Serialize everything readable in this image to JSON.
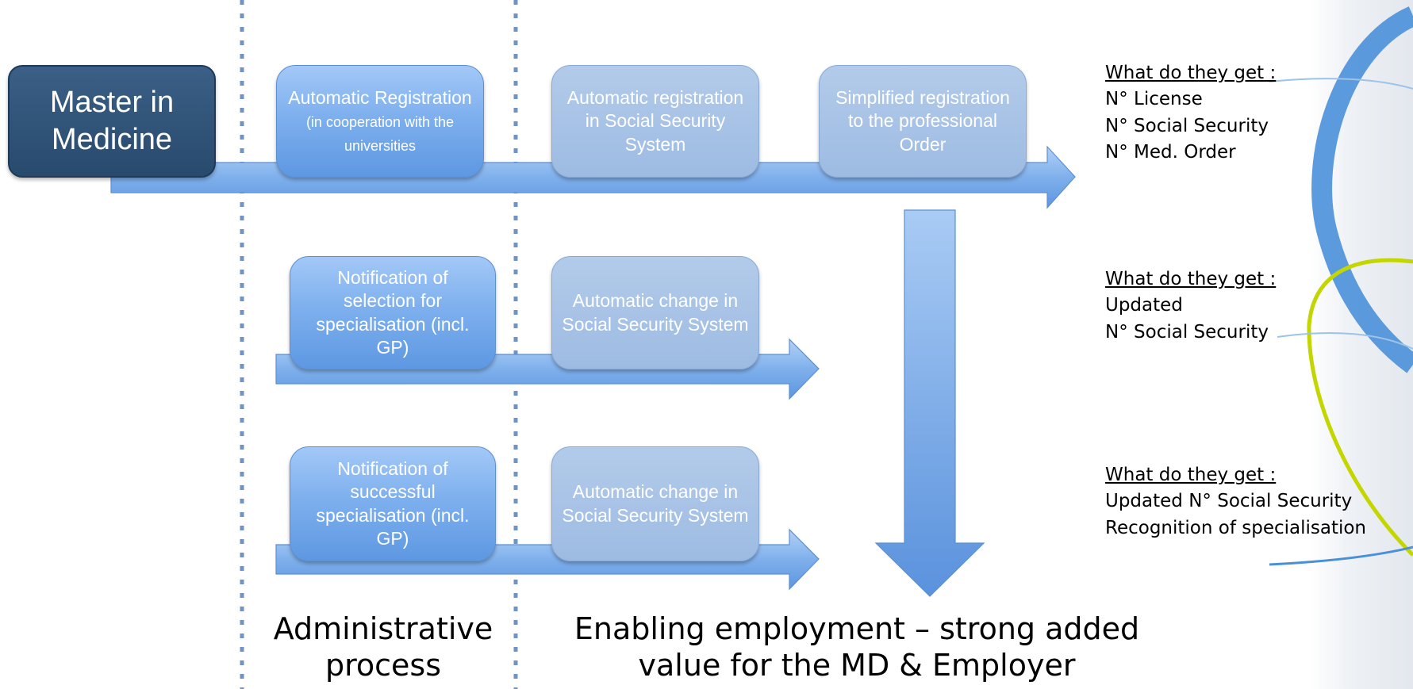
{
  "master": {
    "label": "Master in Medicine"
  },
  "process_boxes": {
    "row1": [
      {
        "label": "Automatic Registration",
        "note": " (in cooperation with the universities"
      },
      {
        "label": "Automatic registration in Social Security System"
      },
      {
        "label": "Simplified registration to the professional Order"
      }
    ],
    "row2": [
      {
        "label": "Notification of selection for specialisation (incl. GP)"
      },
      {
        "label": "Automatic change in Social Security System"
      }
    ],
    "row3": [
      {
        "label": "Notification of successful specialisation (incl. GP)"
      },
      {
        "label": "Automatic change in Social Security System"
      }
    ]
  },
  "outcomes": [
    {
      "title": "What do they get :",
      "lines": [
        "N° License",
        "N° Social Security",
        "N° Med. Order"
      ]
    },
    {
      "title": "What do they get :",
      "lines": [
        "Updated",
        "N° Social Security"
      ]
    },
    {
      "title": "What do they get :",
      "lines": [
        "Updated N° Social Security",
        "Recognition of specialisation"
      ]
    }
  ],
  "footer": {
    "admin_label": "Administrative process",
    "value_label": "Enabling employment – strong added value for the MD & Employer"
  },
  "colors": {
    "master_box": "#2d5078",
    "bright_box": "#7eb0ee",
    "muted_box": "#a7c2e6",
    "arrow": "#7aaeea",
    "divider": "#6f93c4",
    "deco_blue": "#4a90d9",
    "deco_lime": "#c4d600"
  }
}
